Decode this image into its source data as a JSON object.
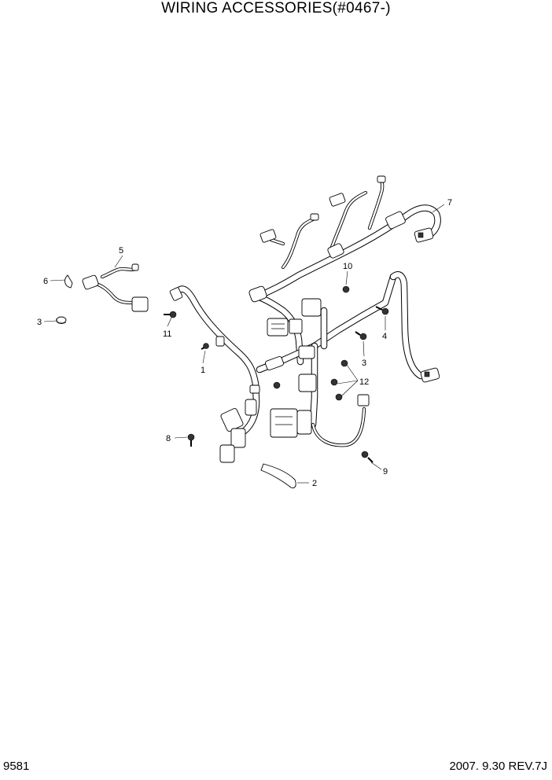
{
  "title": "WIRING ACCESSORIES(#0467-)",
  "page_number": "9581",
  "revision": "2007. 9.30  REV.7J",
  "callouts": {
    "c1": "1",
    "c2": "2",
    "c3a": "3",
    "c3b": "3",
    "c4": "4",
    "c5": "5",
    "c6": "6",
    "c7": "7",
    "c8": "8",
    "c9": "9",
    "c10": "10",
    "c11": "11",
    "c12": "12"
  }
}
